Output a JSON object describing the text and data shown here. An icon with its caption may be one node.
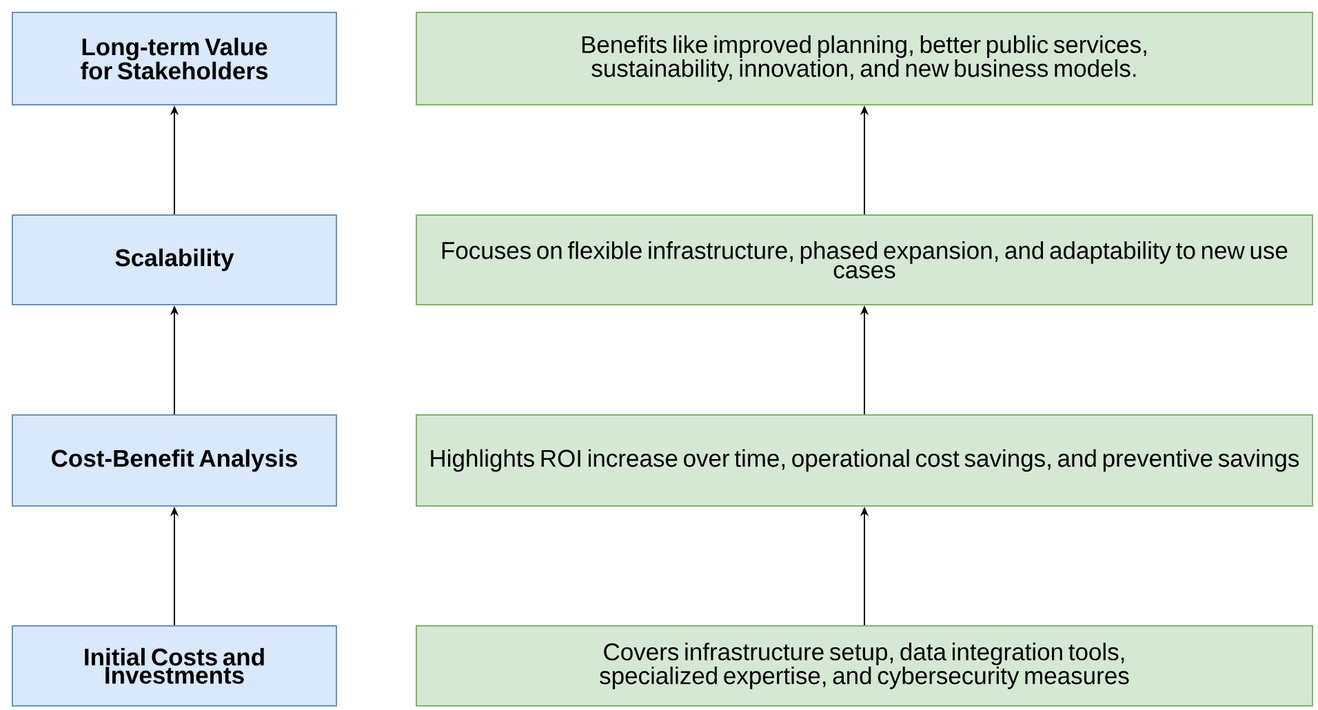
{
  "diagram": {
    "nodes": [
      {
        "text": [
          "Long-term Value for Stakeholders"
        ]
      },
      {
        "text": [
          "Benefits like improved planning, better public services, sustainability, innovation, and new business models."
        ]
      },
      {
        "text": [
          "Scalability"
        ]
      },
      {
        "text": [
          "Focuses on flexible infrastructure, phased expansion, and adaptability to new use cases"
        ]
      },
      {
        "text": [
          "Cost-Benefit Analysis"
        ]
      },
      {
        "text": [
          "Highlights ROI increase over time, operational cost savings, and preventive savings"
        ]
      },
      {
        "text": [
          "Initial Costs and Investments"
        ]
      },
      {
        "text": [
          "Covers infrastructure setup, data integration tools, specialized expertise, and cybersecurity measures"
        ]
      }
    ],
    "edges": [
      {
        "from": 2,
        "to": 0,
        "arrow": "to"
      },
      {
        "from": 4,
        "to": 2,
        "arrow": "to"
      },
      {
        "from": 6,
        "to": 4,
        "arrow": "to"
      },
      {
        "from": 3,
        "to": 1,
        "arrow": "to"
      },
      {
        "from": 5,
        "to": 3,
        "arrow": "to"
      },
      {
        "from": 7,
        "to": 5,
        "arrow": "to"
      }
    ]
  }
}
